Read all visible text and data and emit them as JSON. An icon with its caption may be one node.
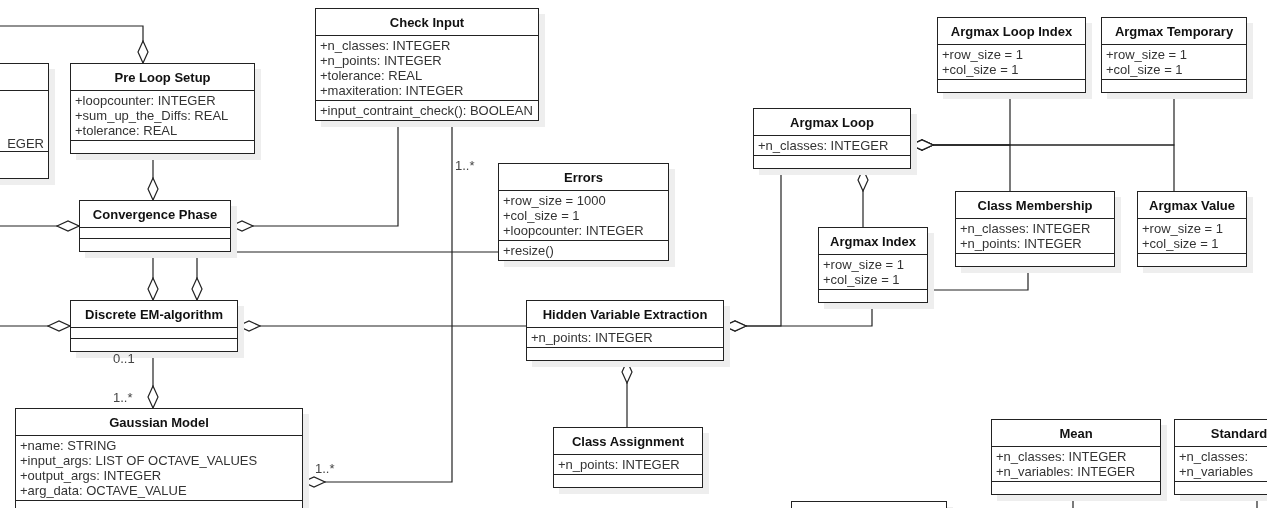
{
  "diagram": {
    "nodes": [
      {
        "text": [
          "EGER"
        ]
      },
      {
        "text": [
          "Pre Loop Setup",
          "+loopcounter: INTEGER",
          "+sum_up_the_Diffs: REAL",
          "+tolerance: REAL"
        ]
      },
      {
        "text": [
          "Check Input",
          "+n_classes: INTEGER",
          "+n_points: INTEGER",
          "+tolerance: REAL",
          "+maxiteration: INTEGER",
          "+input_contraint_check(): BOOLEAN"
        ]
      },
      {
        "text": [
          "Convergence Phase"
        ]
      },
      {
        "text": [
          "Errors",
          "+row_size = 1000",
          "+col_size = 1",
          "+loopcounter: INTEGER",
          "+resize()"
        ]
      },
      {
        "text": [
          "Discrete EM-algorithm"
        ]
      },
      {
        "text": [
          "Gaussian Model",
          "+name: STRING",
          "+input_args: LIST OF OCTAVE_VALUES",
          "+output_args: INTEGER",
          "+arg_data: OCTAVE_VALUE"
        ]
      },
      {
        "text": [
          "Hidden Variable Extraction",
          "+n_points: INTEGER"
        ]
      },
      {
        "text": [
          "Class Assignment",
          "+n_points: INTEGER"
        ]
      },
      {
        "text": [
          "Argmax Loop",
          "+n_classes: INTEGER"
        ]
      },
      {
        "text": [
          "Argmax Loop Index",
          "+row_size = 1",
          "+col_size = 1"
        ]
      },
      {
        "text": [
          "Argmax Temporary",
          "+row_size = 1",
          "+col_size = 1"
        ]
      },
      {
        "text": [
          "Argmax Index",
          "+row_size = 1",
          "+col_size = 1"
        ]
      },
      {
        "text": [
          "Class Membership",
          "+n_classes: INTEGER",
          "+n_points: INTEGER"
        ]
      },
      {
        "text": [
          "Argmax Value",
          "+row_size = 1",
          "+col_size = 1"
        ]
      },
      {
        "text": [
          "Mean",
          "+n_classes: INTEGER",
          "+n_variables: INTEGER"
        ]
      },
      {
        "text": [
          "Standard",
          "+n_classes:",
          "+n_variables"
        ]
      },
      {
        "text": [],
        "shape": "box"
      }
    ],
    "edges": [
      {
        "from": null,
        "to": 1,
        "arrow": "other"
      },
      {
        "from": 1,
        "to": 3,
        "arrow": "other"
      },
      {
        "from": null,
        "to": 3,
        "arrow": "other"
      },
      {
        "from": 2,
        "to": 3,
        "arrow": "other"
      },
      {
        "from": 3,
        "to": 5,
        "arrow": "other"
      },
      {
        "from": 4,
        "to": 5,
        "arrow": "other"
      },
      {
        "from": null,
        "to": 5,
        "arrow": "other"
      },
      {
        "from": 7,
        "to": 5,
        "arrow": "other"
      },
      {
        "from": 5,
        "to": 6,
        "arrow": "other"
      },
      {
        "from": 2,
        "to": 6,
        "arrow": "other"
      },
      {
        "from": 8,
        "to": 7,
        "arrow": "other"
      },
      {
        "from": 9,
        "to": 7,
        "arrow": "other"
      },
      {
        "from": 12,
        "to": 7,
        "arrow": "other"
      },
      {
        "from": 13,
        "to": 12,
        "arrow": "none"
      },
      {
        "from": 12,
        "to": 9,
        "arrow": "other"
      },
      {
        "from": 10,
        "to": 9,
        "arrow": "other"
      },
      {
        "from": 13,
        "to": 9,
        "arrow": "other"
      },
      {
        "from": 11,
        "to": 9,
        "arrow": "other"
      },
      {
        "from": 14,
        "to": 9,
        "arrow": "other"
      },
      {
        "from": 15,
        "to": null,
        "arrow": "none"
      },
      {
        "from": 16,
        "to": null,
        "arrow": "none"
      }
    ],
    "labels": [
      "1..*",
      "0..1",
      "1..*",
      "1..*"
    ]
  }
}
